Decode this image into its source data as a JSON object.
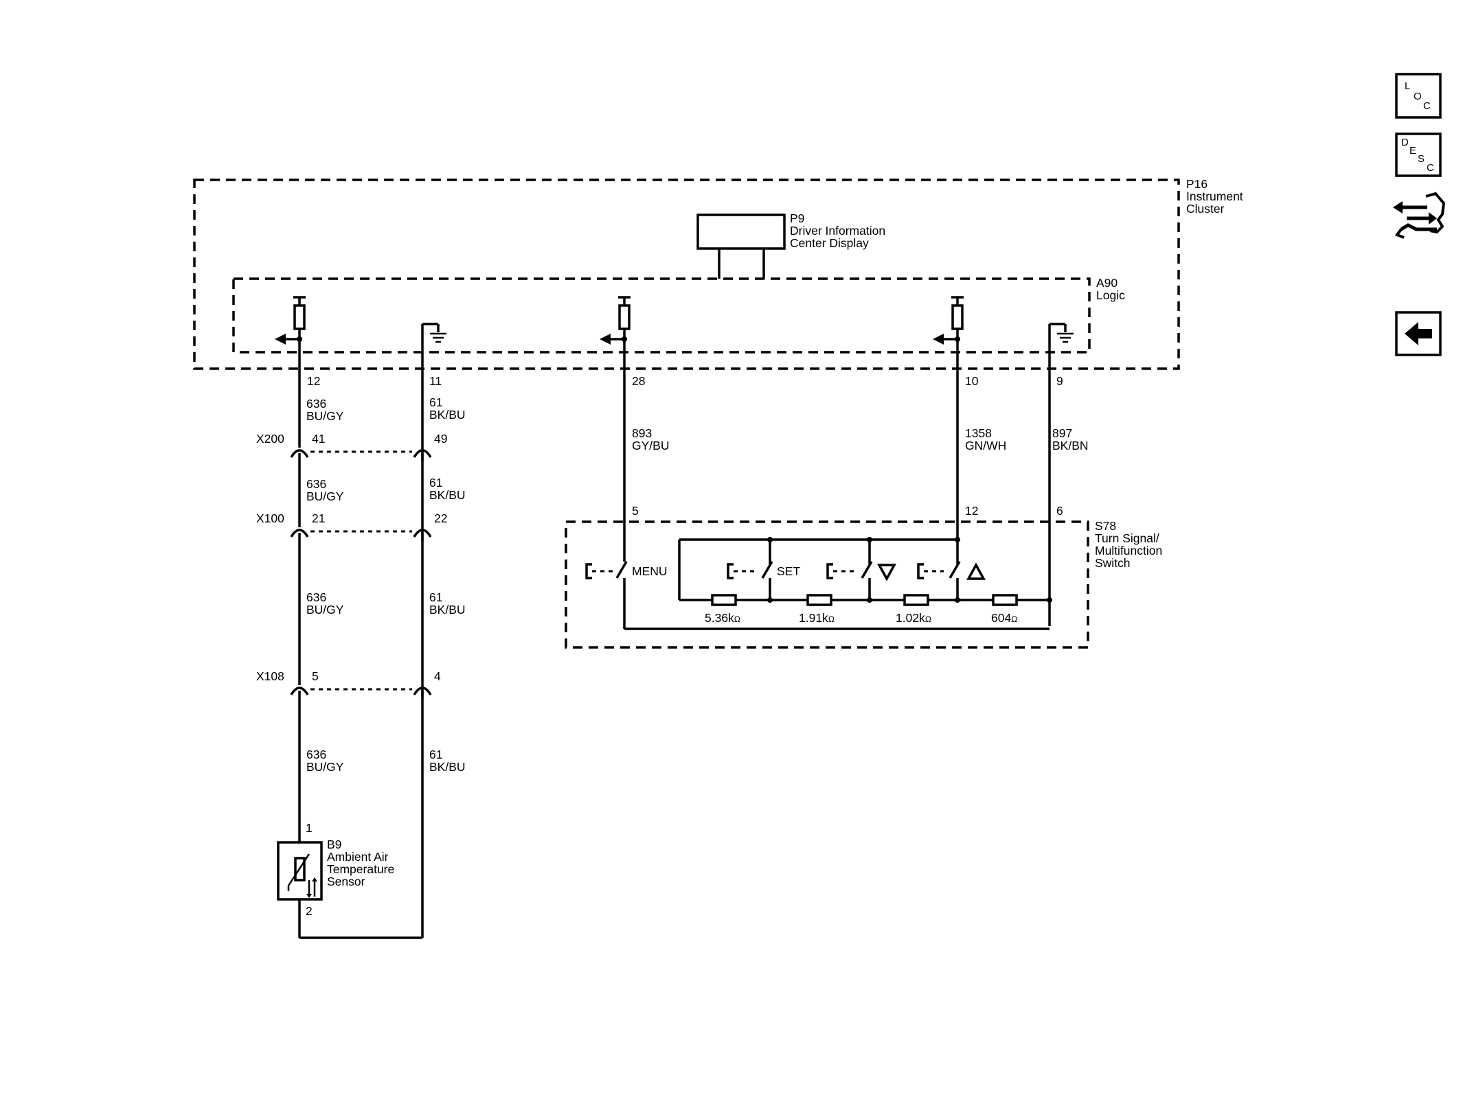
{
  "modules": {
    "p16": {
      "id": "P16",
      "name1": "Instrument",
      "name2": "Cluster"
    },
    "p9": {
      "id": "P9",
      "name1": "Driver Information",
      "name2": "Center Display"
    },
    "a90": {
      "id": "A90",
      "name": "Logic"
    },
    "s78": {
      "id": "S78",
      "name1": "Turn Signal/",
      "name2": "Multifunction",
      "name3": "Switch"
    },
    "b9": {
      "id": "B9",
      "name1": "Ambient Air",
      "name2": "Temperature",
      "name3": "Sensor",
      "pin1": "1",
      "pin2": "2"
    }
  },
  "pins": {
    "p12": "12",
    "p11": "11",
    "p28": "28",
    "p10": "10",
    "p9": "9",
    "s5": "5",
    "s12": "12",
    "s6": "6"
  },
  "wires": {
    "w636": {
      "circuit": "636",
      "color": "BU/GY"
    },
    "w61": {
      "circuit": "61",
      "color": "BK/BU"
    },
    "w893": {
      "circuit": "893",
      "color": "GY/BU"
    },
    "w1358": {
      "circuit": "1358",
      "color": "GN/WH"
    },
    "w897": {
      "circuit": "897",
      "color": "BK/BN"
    }
  },
  "connectors": {
    "x200": {
      "name": "X200",
      "pinA": "41",
      "pinB": "49"
    },
    "x100": {
      "name": "X100",
      "pinA": "21",
      "pinB": "22"
    },
    "x108": {
      "name": "X108",
      "pinA": "5",
      "pinB": "4"
    }
  },
  "switch": {
    "menu": "MENU",
    "set": "SET",
    "r1": "5.36k",
    "r2": "1.91k",
    "r3": "1.02k",
    "r4": "604",
    "ohm": "Ω"
  },
  "nav": {
    "loc": {
      "l1": "L",
      "l2": "O",
      "l3": "C"
    },
    "desc": {
      "l1": "D",
      "l2": "E",
      "l3": "S",
      "l4": "C"
    }
  },
  "colors": {
    "line": "#000000",
    "background": "#ffffff"
  }
}
